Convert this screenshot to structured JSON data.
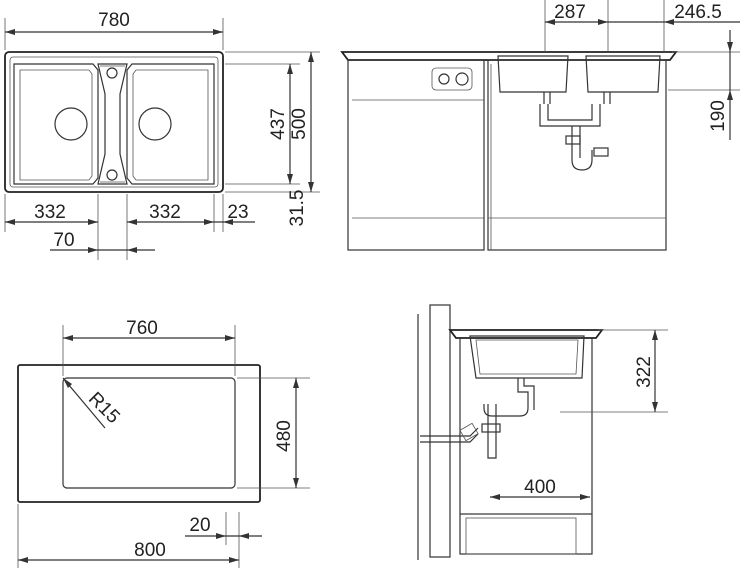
{
  "views": {
    "top_view": {
      "width_label": "780",
      "depth_label": "500",
      "bowl_depth_label": "437",
      "bowl_width_left_label": "332",
      "bowl_width_right_label": "332",
      "right_margin_label": "23",
      "bottom_margin_label": "31.5",
      "center_gap_label": "70"
    },
    "side_view": {
      "left_offset_label": "287",
      "right_offset_label": "246.5",
      "depth_label": "190"
    },
    "cutout_view": {
      "inner_width_label": "760",
      "outer_width_label": "800",
      "height_label": "480",
      "edge_label": "20",
      "radius_label": "R15"
    },
    "section_view": {
      "height_label": "322",
      "width_label": "400"
    }
  }
}
